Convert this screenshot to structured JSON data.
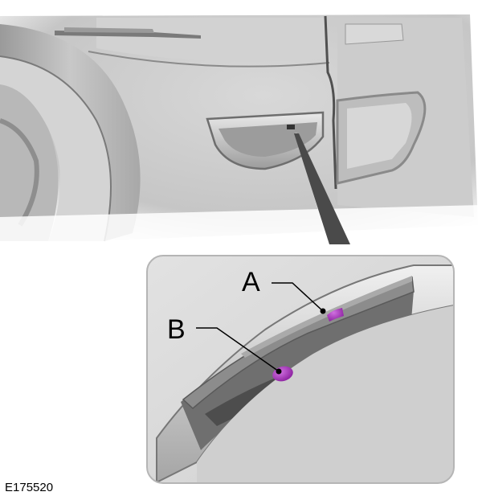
{
  "figure_id": "E175520",
  "callouts": {
    "a": "A",
    "b": "B"
  },
  "colors": {
    "background": "#ffffff",
    "body_panel": "#c9c9c9",
    "highlight": "#9b2fae"
  }
}
